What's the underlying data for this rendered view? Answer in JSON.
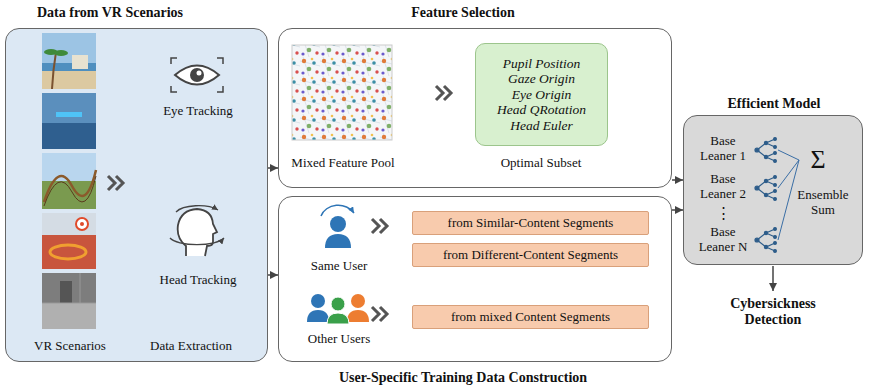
{
  "diagram": {
    "nodes": [
      {
        "text": [
          "Data from VR Scenarios",
          "Eye Tracking",
          "Head Tracking",
          "VR Scenarios",
          "Data Extraction"
        ]
      },
      {
        "text": [
          "Feature Selection",
          "Mixed Feature Pool",
          "Optimal Subset"
        ]
      },
      {
        "text": [
          "Pupil Position",
          "Gaze Origin",
          "Eye Origin",
          "Head QRotation",
          "Head Euler"
        ],
        "in": 1
      },
      {
        "text": [
          "User-Specific Training Data Construction",
          "Same User",
          "Other Users"
        ]
      },
      {
        "text": [
          "from Similar-Content Segments"
        ],
        "in": 3
      },
      {
        "text": [
          "from Different-Content Segments"
        ],
        "in": 3
      },
      {
        "text": [
          "from mixed Content Segments"
        ],
        "in": 3
      },
      {
        "text": [
          "Efficient Model",
          "Base Leaner 1",
          "Base Leaner 2",
          "⋮",
          "Base Leaner N",
          "Σ",
          "Ensemble Sum"
        ]
      }
    ],
    "edges": [
      {
        "from": 0,
        "to": 1,
        "arrow": "to"
      },
      {
        "from": 0,
        "to": 3,
        "arrow": "to"
      },
      {
        "from": 1,
        "to": 7,
        "arrow": "to"
      },
      {
        "from": 3,
        "to": 7,
        "arrow": "to"
      }
    ],
    "labels": [
      "Cybersickness Detection"
    ]
  }
}
